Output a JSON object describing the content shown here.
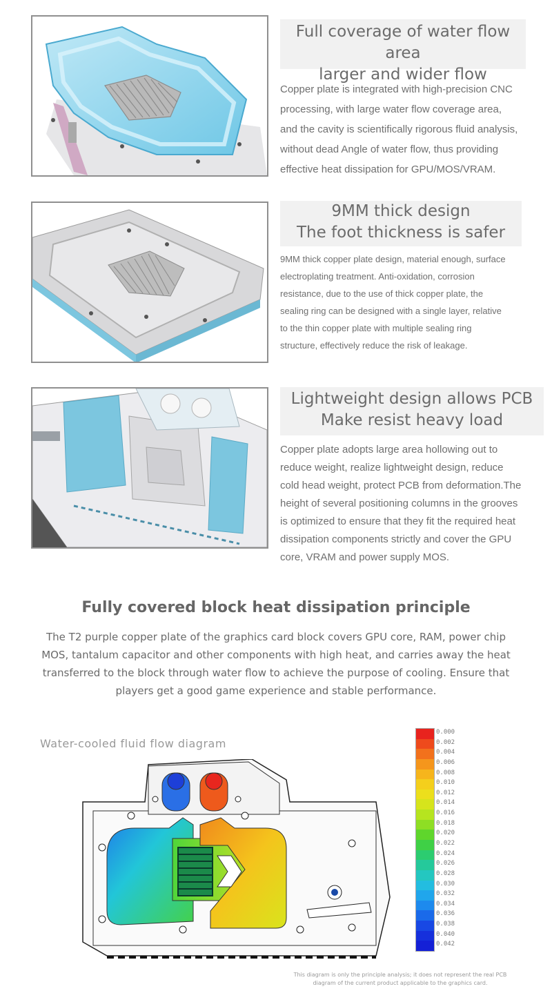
{
  "section1": {
    "title_line1": "Full coverage of water flow area",
    "title_line2": "larger and wider flow",
    "body": [
      "Copper plate is integrated with high-precision CNC",
      "processing, with large water flow coverage area,",
      "and the cavity is scientifically rigorous fluid analysis,",
      "without dead Angle of water flow, thus providing",
      "effective heat dissipation for GPU/MOS/VRAM."
    ]
  },
  "section2": {
    "title_line1": "9MM thick design",
    "title_line2": "The foot thickness is safer",
    "body": [
      "9MM thick copper plate design, material enough, surface",
      "electroplating treatment. Anti-oxidation, corrosion",
      "resistance, due to the use of thick copper plate, the",
      "sealing ring can be designed with a single layer, relative",
      "to the thin copper plate with multiple sealing ring",
      "structure, effectively reduce the risk of leakage."
    ]
  },
  "section3": {
    "title_line1": "Lightweight design allows PCB",
    "title_line2": "Make resist heavy load",
    "body": [
      "Copper plate adopts large area hollowing out to",
      "reduce weight, realize lightweight design, reduce",
      "cold head weight, protect PCB from deformation.The",
      "height of several positioning columns in the grooves",
      "is optimized to ensure that they fit the required heat",
      "dissipation components strictly and cover the GPU",
      "core, VRAM and power supply MOS."
    ]
  },
  "principle": {
    "heading": "Fully covered block heat dissipation principle",
    "body": [
      "The T2 purple copper plate of the graphics card block covers GPU core, RAM, power chip",
      "MOS, tantalum capacitor and other components with high heat, and carries away the heat",
      "transferred to the block through water flow to achieve the purpose of cooling. Ensure that",
      "players get a good game experience and stable performance."
    ]
  },
  "diagram": {
    "title": "Water-cooled fluid flow diagram",
    "legend": [
      "0.000",
      "0.002",
      "0.004",
      "0.006",
      "0.008",
      "0.010",
      "0.012",
      "0.014",
      "0.016",
      "0.018",
      "0.020",
      "0.022",
      "0.024",
      "0.026",
      "0.028",
      "0.030",
      "0.032",
      "0.034",
      "0.036",
      "0.038",
      "0.040",
      "0.042"
    ],
    "legend_colors": [
      "#e8231e",
      "#ee4a1c",
      "#f2711c",
      "#f5961c",
      "#f6b51c",
      "#f4cf1c",
      "#ecdf1c",
      "#d6e41c",
      "#b6e41f",
      "#8ede24",
      "#5fd62c",
      "#3fd046",
      "#2ccc70",
      "#25c99b",
      "#24c7c0",
      "#23bde0",
      "#20a6ec",
      "#1d8aee",
      "#1a6aea",
      "#1848e4",
      "#1630dc",
      "#1420d6"
    ],
    "footnote_line1": "This diagram is only the principle analysis; it does not represent the real PCB",
    "footnote_line2": "diagram of the current product applicable to the graphics card."
  }
}
